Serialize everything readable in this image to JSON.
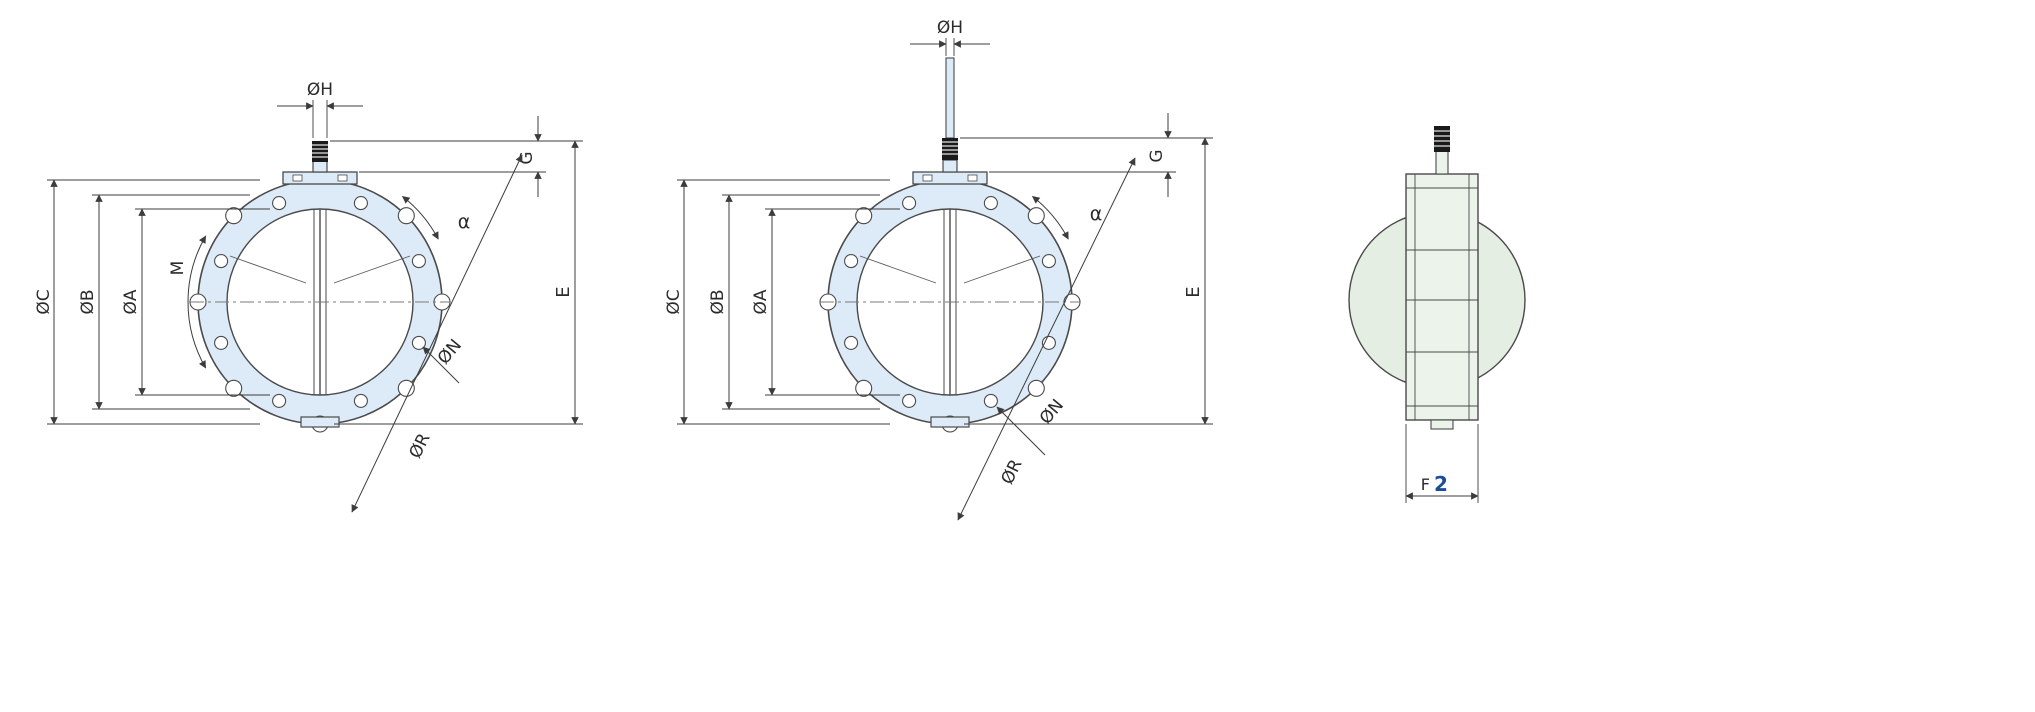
{
  "drawing_type": "butterfly-valve-dimension-drawing",
  "colors": {
    "front_body_fill": "#dcebf7",
    "side_circle_fill": "#e4eee2",
    "side_body_fill": "#ecf3ea",
    "outline": "#4a4a4a",
    "dimension_line": "#3c3c3c",
    "accent_blue": "#1b4d9b",
    "stem_knurl": "#1a1a1a"
  },
  "views": {
    "front_left": {
      "name": "front-view-left",
      "labels": {
        "dia_h": "ØH",
        "g": "G",
        "dia_c": "ØC",
        "dia_b": "ØB",
        "dia_a": "ØA",
        "m": "M",
        "alpha": "α",
        "dia_n": "ØN",
        "e": "E",
        "dia_r": "ØR"
      }
    },
    "front_middle": {
      "name": "front-view-middle",
      "labels": {
        "dia_h": "ØH",
        "g": "G",
        "dia_c": "ØC",
        "dia_b": "ØB",
        "dia_a": "ØA",
        "alpha": "α",
        "dia_n": "ØN",
        "e": "E",
        "dia_r": "ØR"
      }
    },
    "side_right": {
      "name": "side-view",
      "labels": {
        "f": "F",
        "f_index": "2"
      }
    }
  }
}
